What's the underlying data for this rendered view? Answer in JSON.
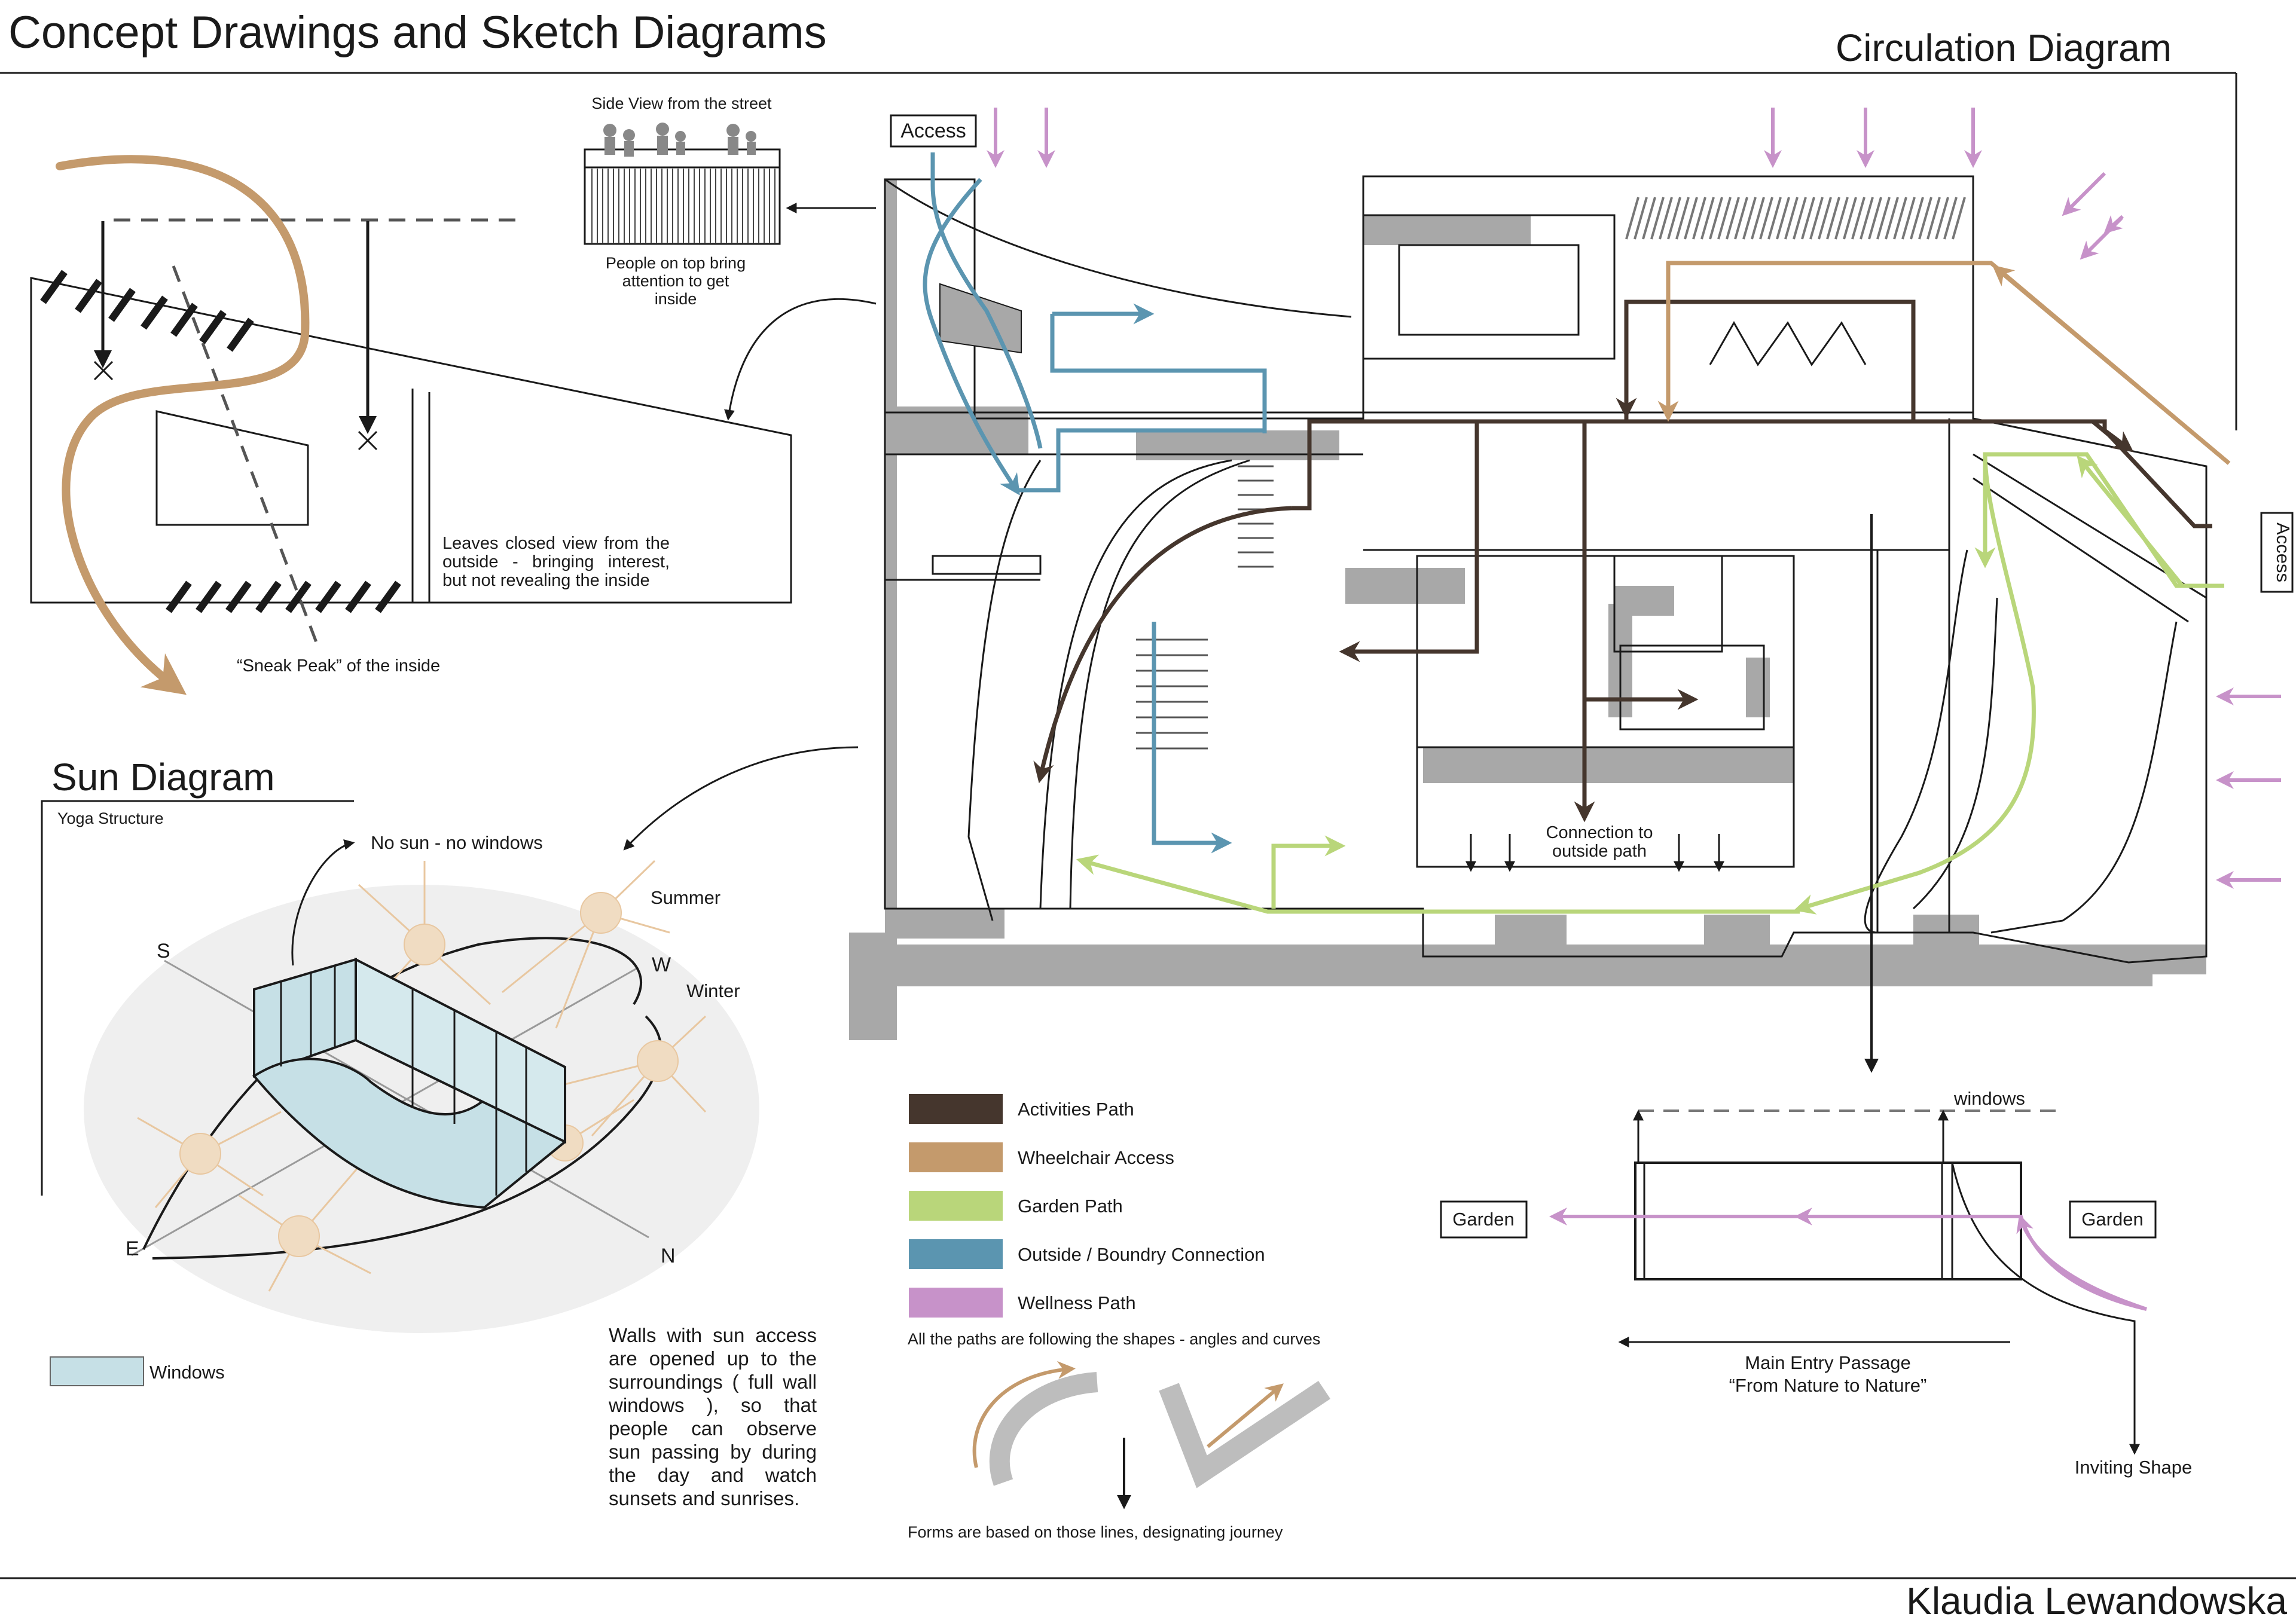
{
  "header": {
    "title": "Concept Drawings and Sketch Diagrams",
    "circulation_title": "Circulation Diagram",
    "author": "Klaudia Lewandowska"
  },
  "concept": {
    "side_view_label": "Side View from the street",
    "people_note": "People on top bring attention to get inside",
    "leaves_note": "Leaves closed view from the outside - bringing interest, but not revealing the inside",
    "sneak_peak": "“Sneak Peak” of the inside"
  },
  "sun": {
    "title": "Sun Diagram",
    "subtitle": "Yoga Structure",
    "no_sun": "No sun - no windows",
    "summer": "Summer",
    "winter": "Winter",
    "dir_s": "S",
    "dir_w": "W",
    "dir_e": "E",
    "dir_n": "N",
    "windows_legend": "Windows",
    "paragraph": "Walls with sun access are opened up to the surroundings ( full wall windows ), so that people can observe sun passing by during the day and watch sunsets and sunrises."
  },
  "circulation": {
    "access_top": "Access",
    "access_right": "Access",
    "connection_note": "Connection to outside path"
  },
  "legend": {
    "items": [
      {
        "label": "Activities Path",
        "color": "#45362d"
      },
      {
        "label": "Wheelchair Access",
        "color": "#c49a6c"
      },
      {
        "label": "Garden Path",
        "color": "#b9d67a"
      },
      {
        "label": "Outside / Boundry Connection",
        "color": "#5b95b0"
      },
      {
        "label": "Wellness Path",
        "color": "#c792c9"
      }
    ],
    "shapes_note": "All the paths are following the shapes - angles and curves",
    "forms_note": "Forms are based on those lines, designating journey"
  },
  "entry": {
    "windows": "windows",
    "garden_left": "Garden",
    "garden_right": "Garden",
    "passage_line1": "Main Entry Passage",
    "passage_line2": "“From Nature to Nature”",
    "inviting": "Inviting Shape"
  },
  "colors": {
    "activities": "#45362d",
    "wheelchair": "#c49a6c",
    "garden": "#b9d67a",
    "outside": "#5b95b0",
    "wellness": "#c792c9",
    "shadow": "#a8a8a8",
    "glass": "#c6e0e6",
    "sun": "#f0dcc2"
  }
}
